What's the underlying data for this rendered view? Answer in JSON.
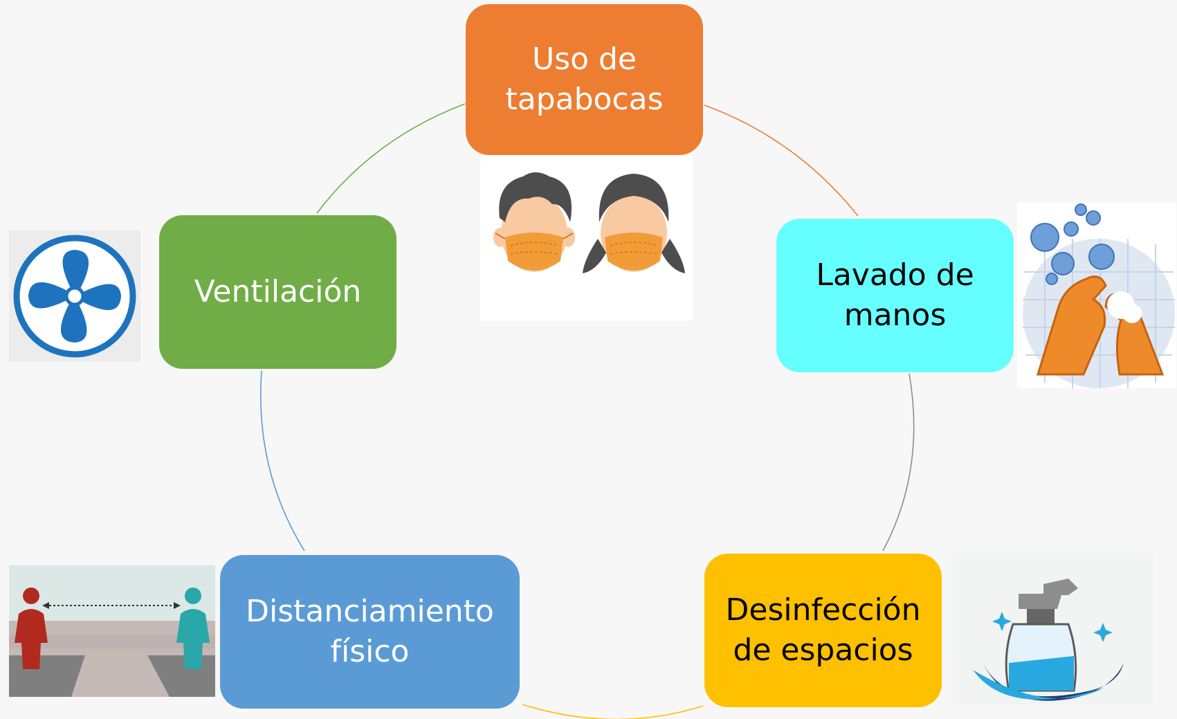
{
  "diagram": {
    "nodes": [
      {
        "id": "uso-tapabocas",
        "label": "Uso de\ntapabocas",
        "fill": "#ed7d31",
        "text_color": "#ffffff",
        "icon": "face-mask-icon"
      },
      {
        "id": "lavado-manos",
        "label": "Lavado de\nmanos",
        "fill": "#66ffff",
        "text_color": "#000000",
        "icon": "handwashing-icon"
      },
      {
        "id": "desinfeccion-espacios",
        "label": "Desinfección\nde espacios",
        "fill": "#ffc000",
        "text_color": "#000000",
        "icon": "spray-bottle-icon"
      },
      {
        "id": "distanciamiento-fisico",
        "label": "Distanciamiento\nfísico",
        "fill": "#5b9bd5",
        "text_color": "#ffffff",
        "icon": "social-distancing-icon"
      },
      {
        "id": "ventilacion",
        "label": "Ventilación",
        "fill": "#70ad47",
        "text_color": "#ffffff",
        "icon": "fan-icon"
      }
    ],
    "connectors": [
      {
        "from": "uso-tapabocas",
        "to": "lavado-manos",
        "color": "#ed7d31"
      },
      {
        "from": "lavado-manos",
        "to": "desinfeccion-espacios",
        "color": "#8c8c8c"
      },
      {
        "from": "desinfeccion-espacios",
        "to": "distanciamiento-fisico",
        "color": "#ffc000"
      },
      {
        "from": "distanciamiento-fisico",
        "to": "ventilacion",
        "color": "#5b9bd5"
      },
      {
        "from": "ventilacion",
        "to": "uso-tapabocas",
        "color": "#70ad47"
      }
    ]
  }
}
